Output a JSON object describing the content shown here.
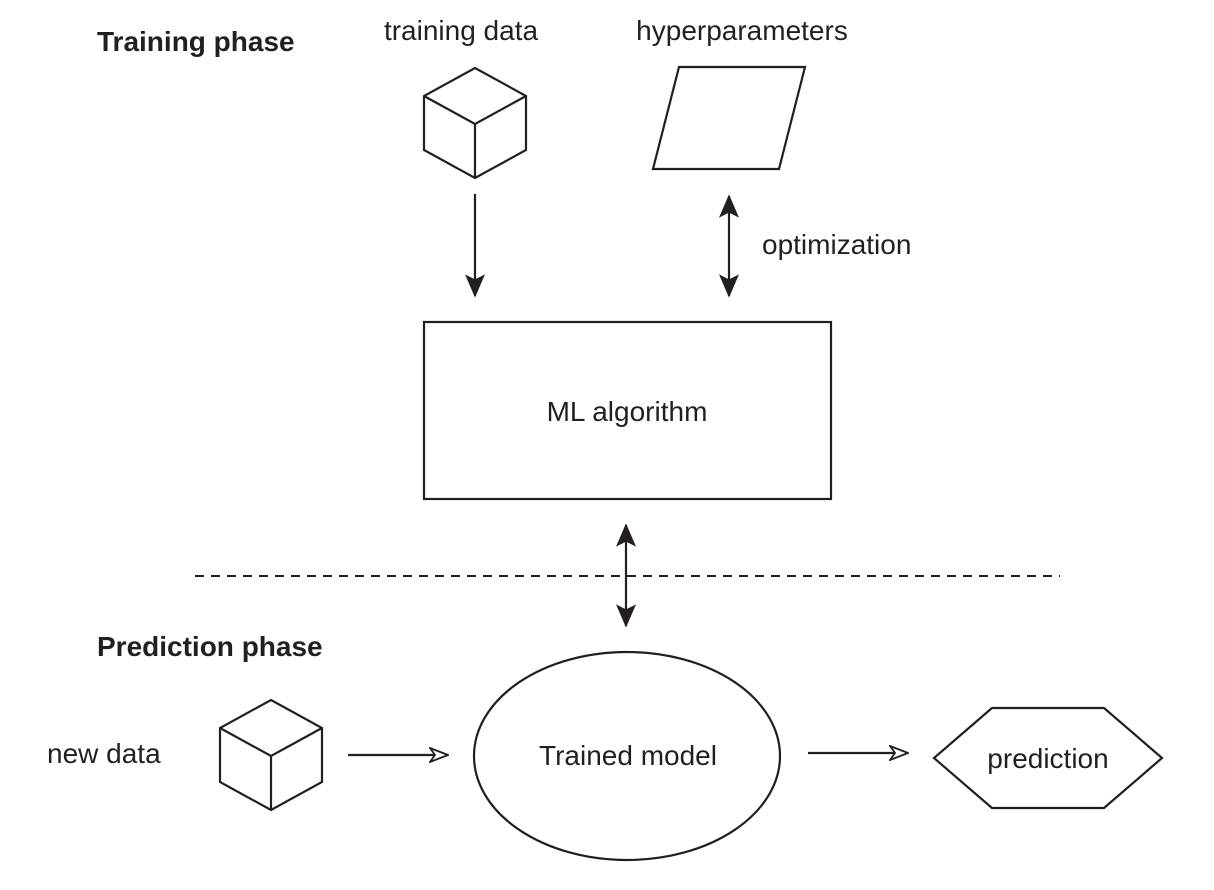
{
  "training_phase": {
    "heading": "Training phase",
    "training_data_label": "training data",
    "hyperparameters_label": "hyperparameters",
    "optimization_label": "optimization",
    "algorithm_label": "ML algorithm"
  },
  "prediction_phase": {
    "heading": "Prediction phase",
    "new_data_label": "new data",
    "model_label": "Trained model",
    "prediction_label": "prediction"
  },
  "colors": {
    "ink": "#231f20",
    "background": "#ffffff"
  },
  "icons": {
    "training_data": "cube-icon",
    "hyperparameters": "parallelogram-icon",
    "new_data": "cube-icon",
    "prediction": "hexagon-icon"
  }
}
